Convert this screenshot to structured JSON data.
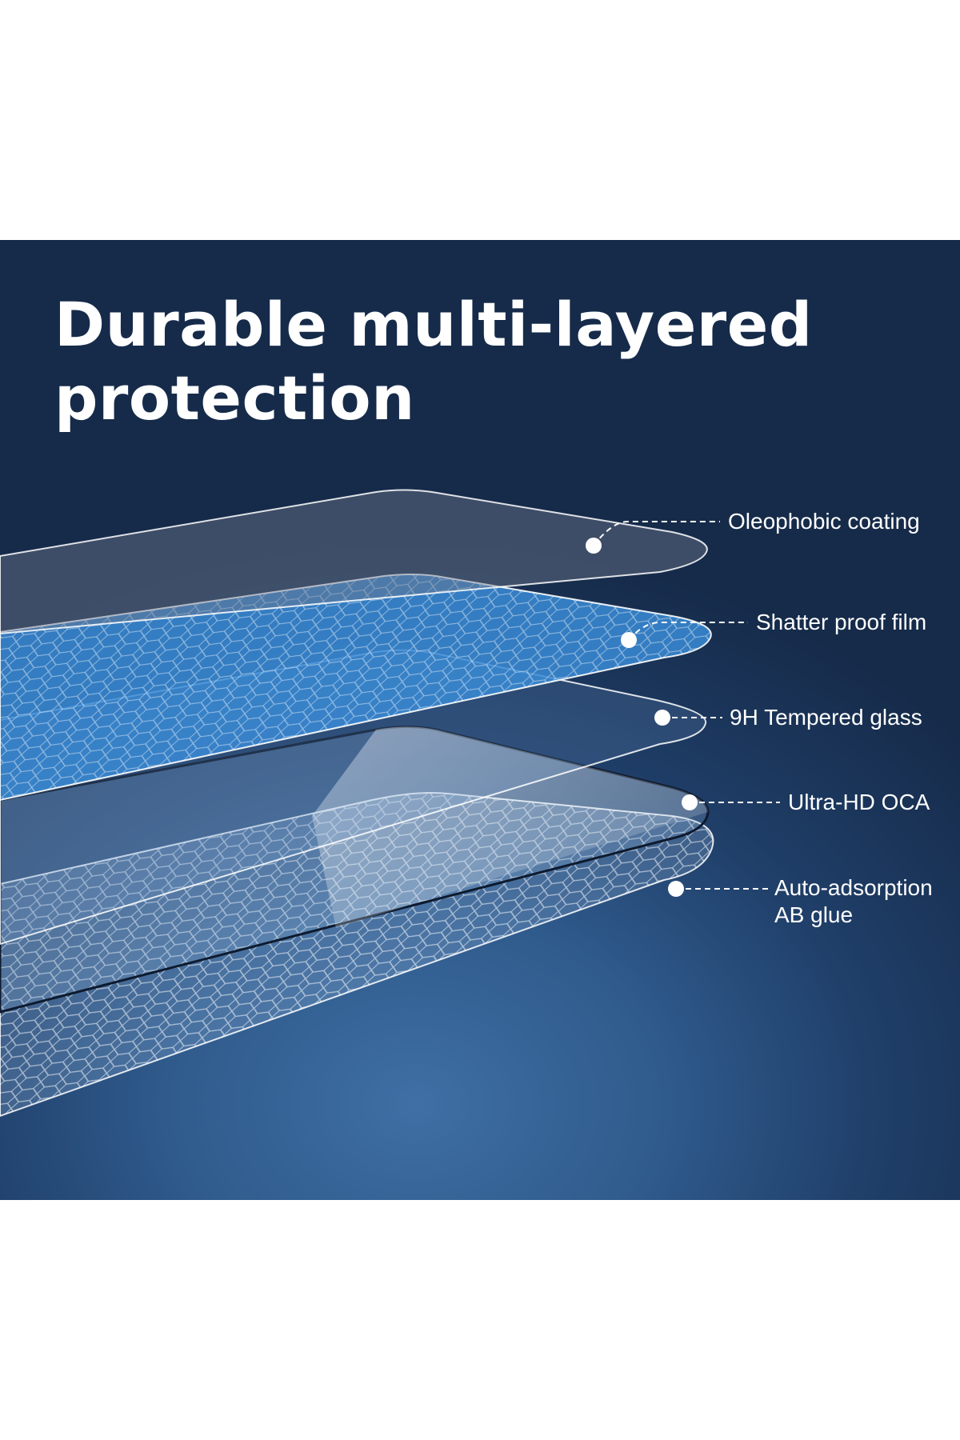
{
  "title": {
    "line1": "Durable multi-layered",
    "line2": "protection"
  },
  "callouts": [
    {
      "label": "Oleophobic coating",
      "icon": "dot-icon"
    },
    {
      "label": "Shatter proof film",
      "icon": "dot-icon"
    },
    {
      "label": "9H Tempered glass",
      "icon": "dot-icon"
    },
    {
      "label": "Ultra-HD OCA",
      "icon": "dot-icon"
    },
    {
      "label_line1": "Auto-adsorption",
      "label_line2": "AB glue",
      "icon": "dot-icon"
    }
  ],
  "colors": {
    "background_dark": "#162b4a",
    "background_light": "#3f6fa4",
    "film_blue": "#3d8ed8",
    "text": "#ffffff"
  }
}
